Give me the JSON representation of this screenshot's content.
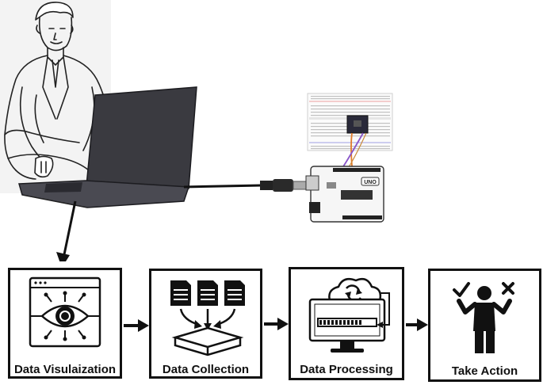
{
  "stages": [
    {
      "label": "Data Visulaization",
      "icon": "eye-analytics-icon"
    },
    {
      "label": "Data Collection",
      "icon": "documents-to-tray-icon"
    },
    {
      "label": "Data Processing",
      "icon": "cloud-sync-monitor-icon"
    },
    {
      "label": "Take Action",
      "icon": "person-decision-icon"
    }
  ],
  "arduino": {
    "board_text": "UNO"
  },
  "icons": {
    "person": "person-at-laptop-icon",
    "laptop": "laptop-icon",
    "usb": "usb-cable-icon",
    "breadboard": "breadboard-icon",
    "sensor": "sensor-module-icon",
    "board": "arduino-board-icon"
  },
  "colors": {
    "line": "#111111",
    "laptop": "#3a3a40",
    "wire_orange": "#e07a2a",
    "wire_purple": "#8a55c8"
  }
}
